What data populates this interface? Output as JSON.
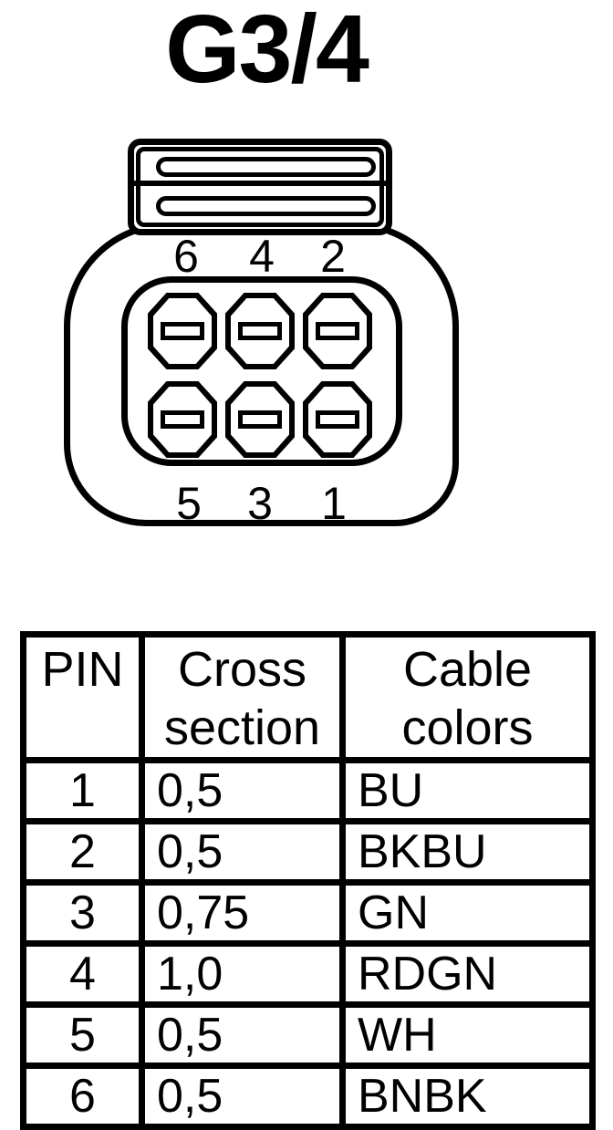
{
  "title": "G3/4",
  "colors": {
    "line": "#000000",
    "background": "#ffffff"
  },
  "connector": {
    "pins_top": [
      "6",
      "4",
      "2"
    ],
    "pins_bottom": [
      "5",
      "3",
      "1"
    ]
  },
  "table": {
    "col_pin": "PIN",
    "col_cross": "Cross section",
    "col_cable": "Cable colors",
    "rows": [
      {
        "pin": "1",
        "cross": "0,5",
        "cable": "BU"
      },
      {
        "pin": "2",
        "cross": "0,5",
        "cable": "BKBU"
      },
      {
        "pin": "3",
        "cross": "0,75",
        "cable": "GN"
      },
      {
        "pin": "4",
        "cross": "1,0",
        "cable": "RDGN"
      },
      {
        "pin": "5",
        "cross": "0,5",
        "cable": "WH"
      },
      {
        "pin": "6",
        "cross": "0,5",
        "cable": "BNBK"
      }
    ]
  }
}
